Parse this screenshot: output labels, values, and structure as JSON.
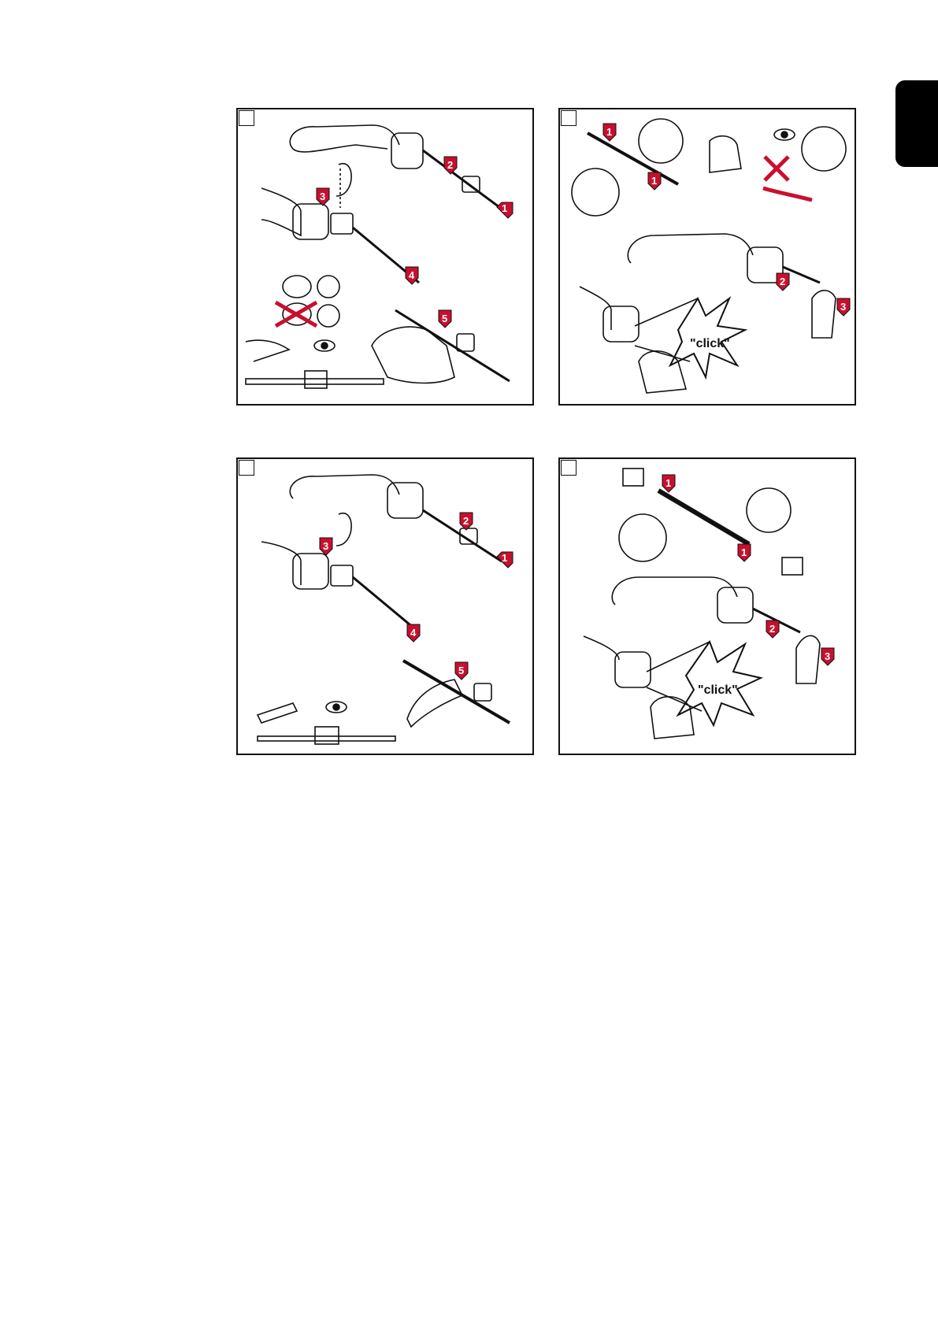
{
  "section_tab": {
    "color": "#000000"
  },
  "accent_color": "#c8102e",
  "panels": [
    {
      "id": "p1",
      "steps": [
        "1",
        "2",
        "3",
        "4",
        "5"
      ],
      "icons": [
        "torch-icon",
        "spring-liner-icon",
        "side-cutter-icon",
        "eye-icon",
        "gauge-icon"
      ]
    },
    {
      "id": "p2",
      "steps": [
        "1",
        "1",
        "2",
        "3"
      ],
      "icons": [
        "torch-icon",
        "liner-end-icon",
        "eye-icon",
        "cross-icon",
        "hand-icon"
      ],
      "click_text": "\"click\""
    },
    {
      "id": "p3",
      "steps": [
        "1",
        "2",
        "3",
        "4",
        "5"
      ],
      "icons": [
        "torch-icon",
        "cutter-knife-icon",
        "eye-icon",
        "gauge-icon"
      ]
    },
    {
      "id": "p4",
      "steps": [
        "1",
        "1",
        "2",
        "3"
      ],
      "icons": [
        "torch-icon",
        "pencil-sharpener-icon",
        "liner-end-icon",
        "hand-icon"
      ],
      "click_text": "\"click\""
    }
  ]
}
